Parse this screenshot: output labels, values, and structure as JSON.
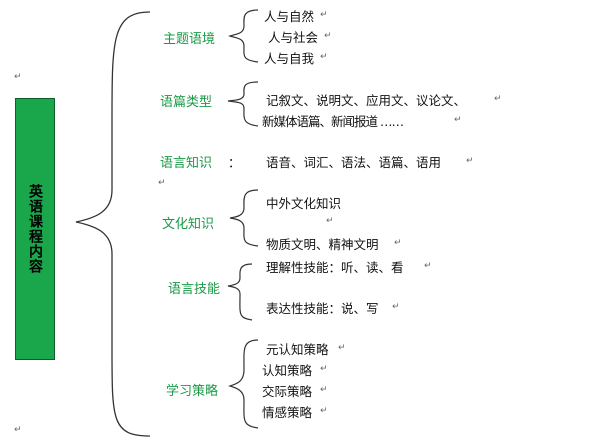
{
  "root": {
    "label": "英语课程内容"
  },
  "categories": [
    {
      "label": "主题语境",
      "items": [
        "人与自然",
        "人与社会",
        "人与自我"
      ]
    },
    {
      "label": "语篇类型",
      "items": [
        "记叙文、说明文、应用文、议论文、",
        "新媒体语篇、新闻报道 ……"
      ]
    },
    {
      "label": "语言知识",
      "sep": "：",
      "items": [
        "语音、词汇、语法、语篇、语用"
      ]
    },
    {
      "label": "文化知识",
      "items": [
        "中外文化知识",
        "物质文明、精神文明"
      ]
    },
    {
      "label": "语言技能",
      "items": [
        "理解性技能：听、读、看",
        "表达性技能：说、写"
      ]
    },
    {
      "label": "学习策略",
      "items": [
        "元认知策略",
        "认知策略",
        "交际策略",
        "情感策略"
      ]
    }
  ],
  "marks": {
    "paragraph": "↵"
  }
}
